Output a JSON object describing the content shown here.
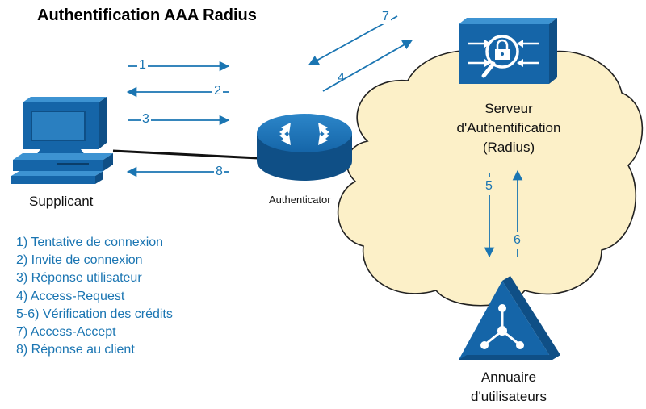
{
  "title": "Authentification AAA Radius",
  "nodes": {
    "supplicant": "Supplicant",
    "authenticator": "Authenticator",
    "server": [
      "Serveur",
      "d'Authentification",
      "(Radius)"
    ],
    "directory": [
      "Annuaire",
      "d'utilisateurs"
    ]
  },
  "arrow_labels": [
    "1",
    "2",
    "3",
    "4",
    "5",
    "6",
    "7",
    "8"
  ],
  "steps": [
    "1) Tentative de connexion",
    "2) Invite de connexion",
    "3) Réponse utilisateur",
    "4) Access-Request",
    "5-6) Vérification des crédits",
    "7) Access-Accept",
    "8) Réponse au client"
  ],
  "colors": {
    "arrow": "#1a75b2",
    "cloud_fill": "#fcf0c8",
    "device_blue": "#1565a8",
    "text_blue": "#1a75b2"
  },
  "icons": {
    "supplicant": "computer-icon",
    "authenticator": "router-icon",
    "server": "secure-server-icon",
    "directory": "directory-icon"
  }
}
